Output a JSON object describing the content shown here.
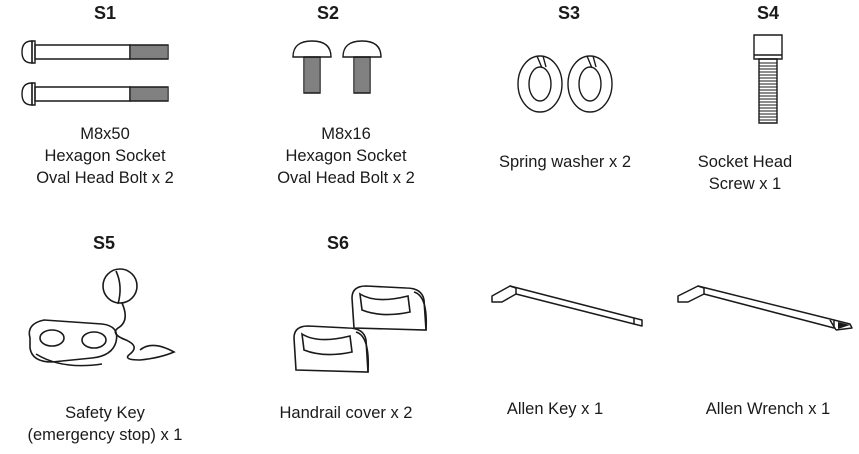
{
  "parts": [
    {
      "code": "S1",
      "lines": [
        "M8x50",
        "Hexagon Socket",
        "Oval Head Bolt x 2"
      ],
      "icon": "bolt-long-icon"
    },
    {
      "code": "S2",
      "lines": [
        "M8x16",
        "Hexagon Socket",
        "Oval Head Bolt x 2"
      ],
      "icon": "bolt-short-icon"
    },
    {
      "code": "S3",
      "lines": [
        "Spring washer x 2"
      ],
      "icon": "spring-washer-icon"
    },
    {
      "code": "S4",
      "lines": [
        "Socket Head",
        "Screw x 1"
      ],
      "icon": "socket-head-screw-icon"
    },
    {
      "code": "S5",
      "lines": [
        "Safety Key",
        "(emergency stop) x 1"
      ],
      "icon": "safety-key-icon"
    },
    {
      "code": "S6",
      "lines": [
        "Handrail cover x 2"
      ],
      "icon": "handrail-cover-icon"
    },
    {
      "code": "",
      "lines": [
        "Allen Key x 1"
      ],
      "icon": "allen-key-icon"
    },
    {
      "code": "",
      "lines": [
        "Allen Wrench x 1"
      ],
      "icon": "allen-wrench-icon"
    }
  ],
  "colors": {
    "ink": "#1a1a1a",
    "background": "#ffffff"
  }
}
